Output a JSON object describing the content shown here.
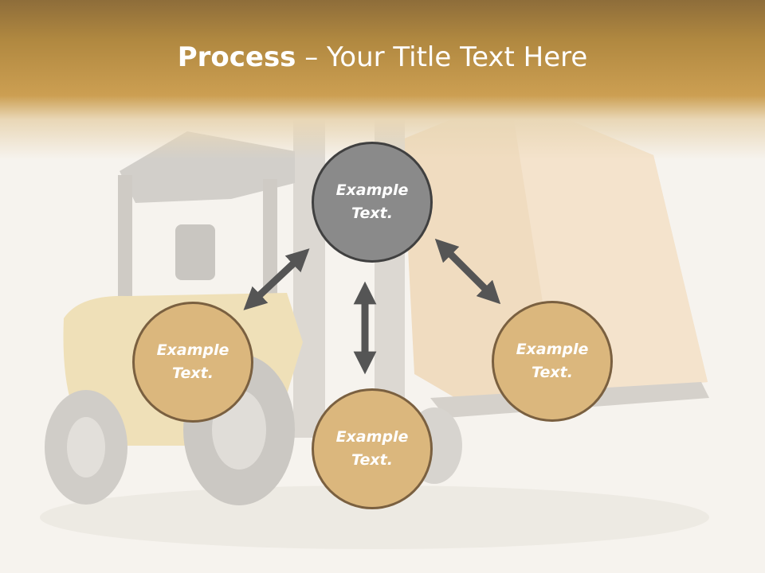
{
  "slide": {
    "title_bold": "Process",
    "title_rest": " – Your Title Text Here"
  },
  "nodes": [
    {
      "line1": "Example",
      "line2": "Text.",
      "color": "#8a8a8a"
    },
    {
      "line1": "Example",
      "line2": "Text.",
      "color": "#dbb77d"
    },
    {
      "line1": "Example",
      "line2": "Text.",
      "color": "#dbb77d"
    },
    {
      "line1": "Example",
      "line2": "Text.",
      "color": "#dbb77d"
    }
  ],
  "colors": {
    "header": "#cc9f52",
    "arrow": "#555555",
    "node_gold": "#dbb77d",
    "node_gray": "#8a8a8a"
  }
}
